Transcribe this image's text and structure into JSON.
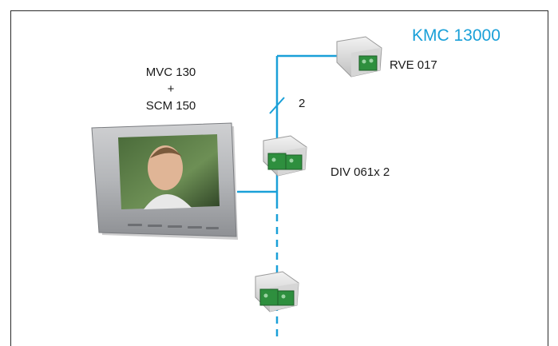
{
  "kit_title": "KMC 13000",
  "monitor": {
    "line1": "MVC 130",
    "line2": "+",
    "line3": "SCM 150"
  },
  "devices": {
    "rve": "RVE 017",
    "div": "DIV 061x 2"
  },
  "wire_count_label": "2",
  "colors": {
    "accent": "#1aa0d8",
    "frame": "#2a2a2a",
    "text": "#1a1a1a"
  }
}
